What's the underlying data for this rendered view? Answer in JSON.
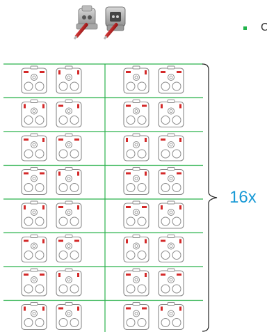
{
  "bullet_text": "C",
  "count_label": "16x",
  "colors": {
    "grid_line": "#2bb24c",
    "module_outline": "#8a8a8a",
    "contact_red": "#d42a2a",
    "brace": "#222222",
    "count_text": "#1a9ad6",
    "bullet": "#20b34a"
  },
  "header_icons": [
    "connector-housing-open-icon",
    "connector-housing-closed-icon",
    "crimp-contact-icon",
    "crimp-contact-icon"
  ],
  "grid": {
    "rows": 8,
    "groups_per_row": 2,
    "modules_per_group": 2,
    "total_label": "16x"
  }
}
